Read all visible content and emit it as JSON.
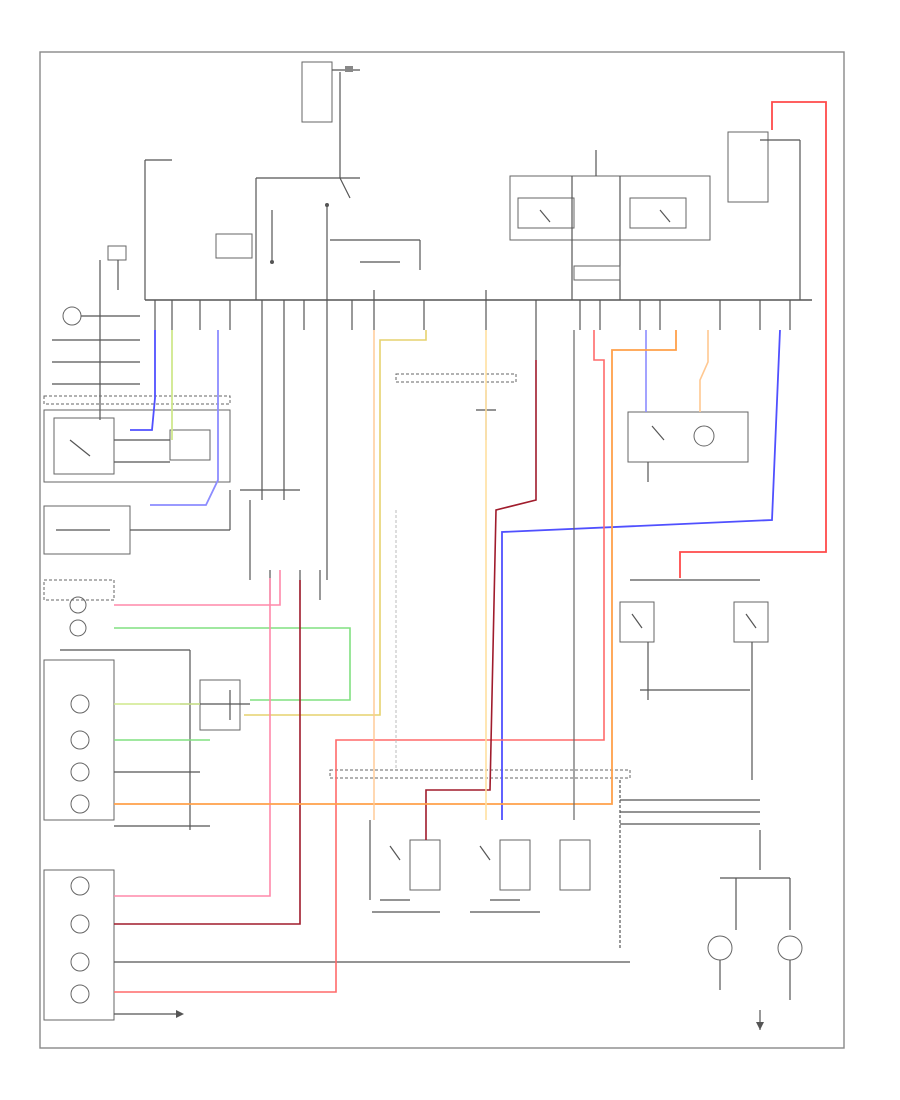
{
  "diagram": {
    "wire_colors": {
      "red": "#ff4a4a",
      "pink": "#ff88aa",
      "dark_red": "#a01c2c",
      "orange": "#ffa04a",
      "light_orange": "#ffc891",
      "green": "#80e080",
      "yellow_green": "#cfe88c",
      "blue": "#5050ff",
      "light_blue": "#8c8cff",
      "gray": "#666666",
      "black": "#444444"
    },
    "components": [
      {
        "id": "top-fuse-panel",
        "kind": "box"
      },
      {
        "id": "headlamp-switch",
        "kind": "box"
      },
      {
        "id": "left-column-switch",
        "kind": "box"
      },
      {
        "id": "right-column-switch",
        "kind": "box"
      },
      {
        "id": "left-lamp-cluster",
        "kind": "box"
      },
      {
        "id": "right-lamp-cluster",
        "kind": "box"
      },
      {
        "id": "center-relay-module",
        "kind": "box"
      },
      {
        "id": "stop-lamp-switch",
        "kind": "box"
      },
      {
        "id": "license-lamp",
        "kind": "lamp"
      },
      {
        "id": "rear-marker-lamp",
        "kind": "lamp"
      }
    ]
  }
}
